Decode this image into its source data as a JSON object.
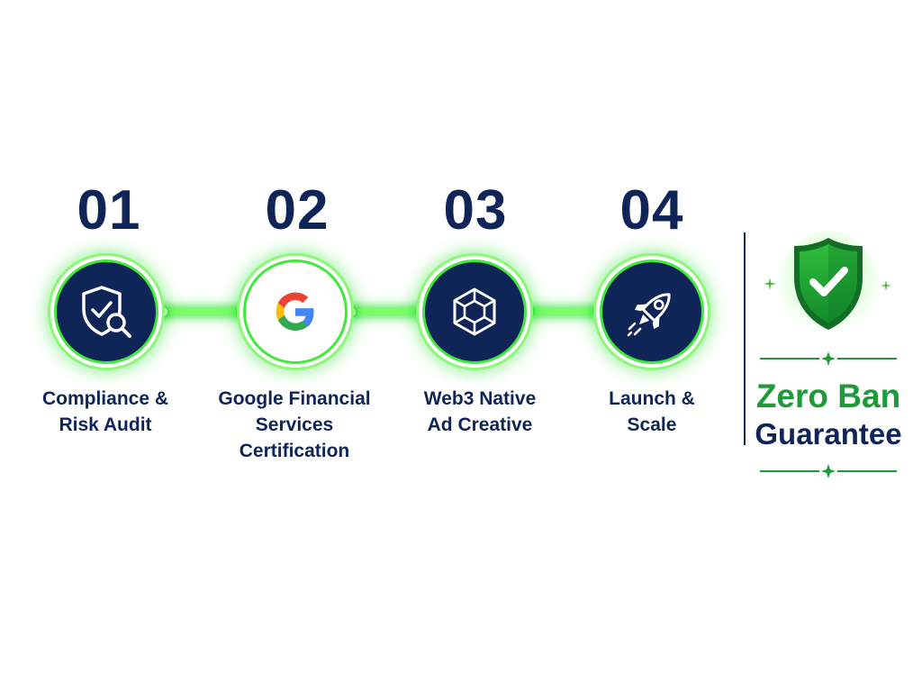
{
  "steps": [
    {
      "number": "01",
      "label": "Compliance &\nRisk Audit",
      "icon": "shield-search-icon"
    },
    {
      "number": "02",
      "label": "Google Financial\nServices\nCertification",
      "icon": "google-g-icon"
    },
    {
      "number": "03",
      "label": "Web3 Native\nAd Creative",
      "icon": "hexagon-cube-icon"
    },
    {
      "number": "04",
      "label": "Launch &\nScale",
      "icon": "rocket-icon"
    }
  ],
  "guarantee": {
    "line1": "Zero Ban",
    "line2": "Guarantee",
    "icon": "shield-check-icon"
  },
  "colors": {
    "navy": "#0f2557",
    "glow_green": "#3de640",
    "brand_green": "#1f9a3a",
    "google_blue": "#4285f4",
    "google_red": "#ea4335",
    "google_yellow": "#fbbc05",
    "google_green": "#34a853"
  }
}
